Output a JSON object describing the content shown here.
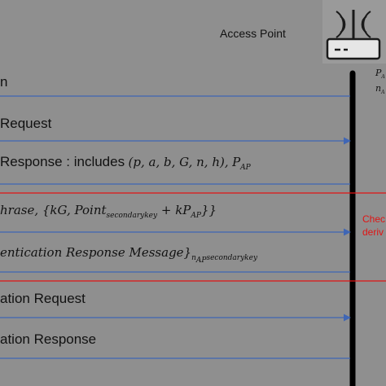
{
  "entity": {
    "title": "Access Point",
    "side_line1": "P",
    "side_line1_sub": "A",
    "side_line2": "n",
    "side_line2_sub": "A"
  },
  "messages": {
    "m0": "n",
    "m1": "Request",
    "m2_text": "Response : includes",
    "m2_math": "(p, a, b, G, n, h),",
    "m2_pap": "P",
    "m2_pap_sub": "AP",
    "m3_a": "hrase, {kG, Point",
    "m3_sub": "secondarykey",
    "m3_b": " + kP",
    "m3_sub2": "AP",
    "m3_c": "}}",
    "m4_a": "entication Response Message}",
    "m4_sub1": "n",
    "m4_sub1b": "AP",
    "m4_sub2": "secondarykey",
    "m5": "ation  Request",
    "m6": "ation  Response"
  },
  "annotation": {
    "line1": "Chec",
    "line2": "deriv"
  },
  "colors": {
    "background": "#8f8f8f",
    "arrow": "#3f66b5",
    "separator": "#e01414",
    "lifeline": "#000000"
  }
}
